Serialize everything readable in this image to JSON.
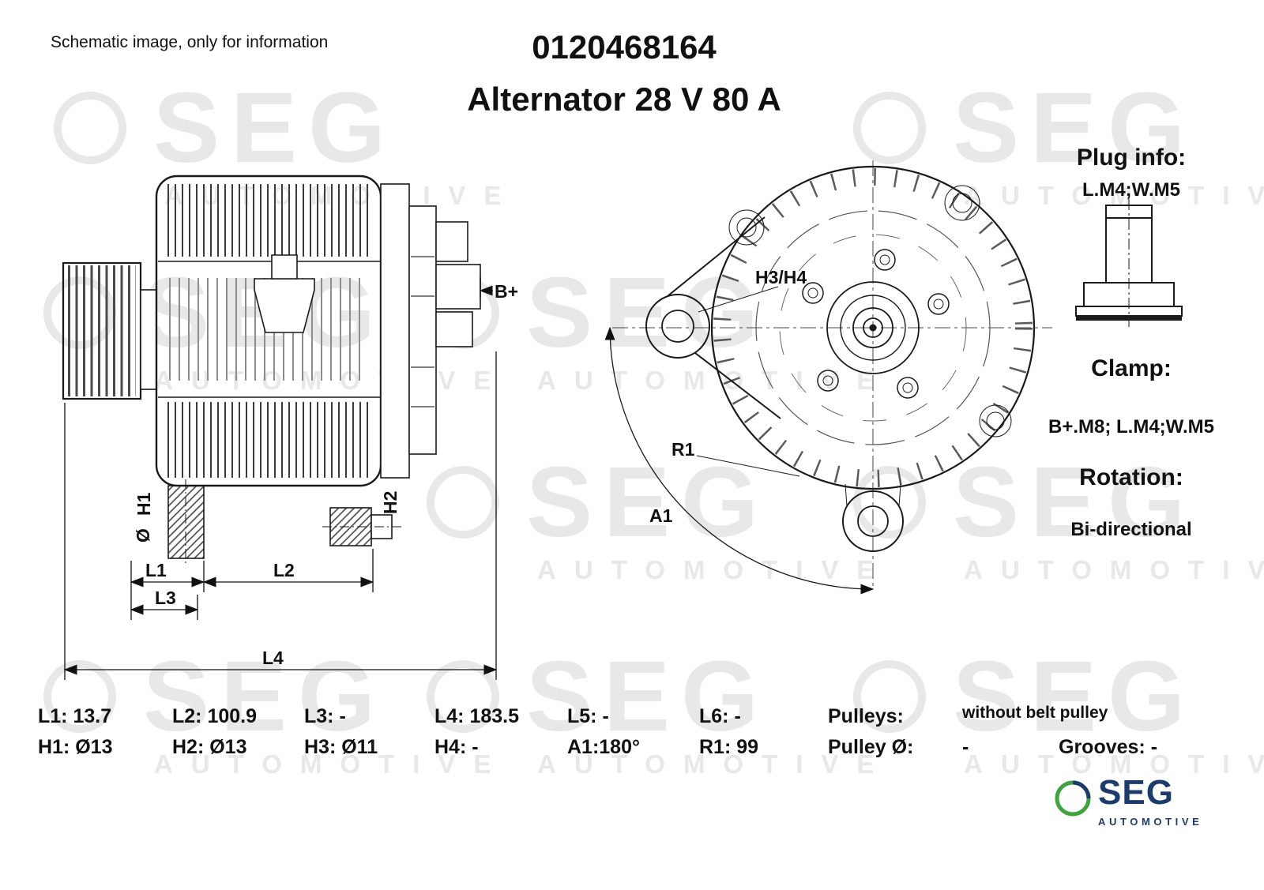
{
  "meta": {
    "note": "Schematic image, only for information",
    "part_number": "0120468164",
    "title": "Alternator 28 V 80 A"
  },
  "side_view": {
    "label_b_plus": "B+",
    "label_h1": "H1",
    "label_diameter": "Ø",
    "label_h2": "H2",
    "label_l1": "L1",
    "label_l2": "L2",
    "label_l3": "L3",
    "label_l4": "L4"
  },
  "front_view": {
    "label_h3_h4": "H3/H4",
    "label_r1": "R1",
    "label_a1": "A1"
  },
  "info_panel": {
    "plug_info_label": "Plug info:",
    "plug_info_value": "L.M4;W.M5",
    "clamp_label": "Clamp:",
    "clamp_value": "B+.M8; L.M4;W.M5",
    "rotation_label": "Rotation:",
    "rotation_value": "Bi-directional"
  },
  "dimensions": {
    "row1": [
      "L1: 13.7",
      "L2: 100.9",
      "L3: -",
      "L4: 183.5",
      "L5: -",
      "L6: -"
    ],
    "pulleys_label": "Pulleys:",
    "pulleys_value": "without belt pulley",
    "row2": [
      "H1: Ø13",
      "H2: Ø13",
      "H3: Ø11",
      "H4: -",
      "A1:180°",
      "R1: 99"
    ],
    "pulley_diameter_label": "Pulley Ø:",
    "pulley_diameter_value": "-",
    "grooves": "Grooves: -"
  },
  "logo": {
    "name": "SEG",
    "sub": "AUTOMOTIVE"
  },
  "watermark": {
    "name": "SEG",
    "sub": "AUTOMOTIVE"
  }
}
